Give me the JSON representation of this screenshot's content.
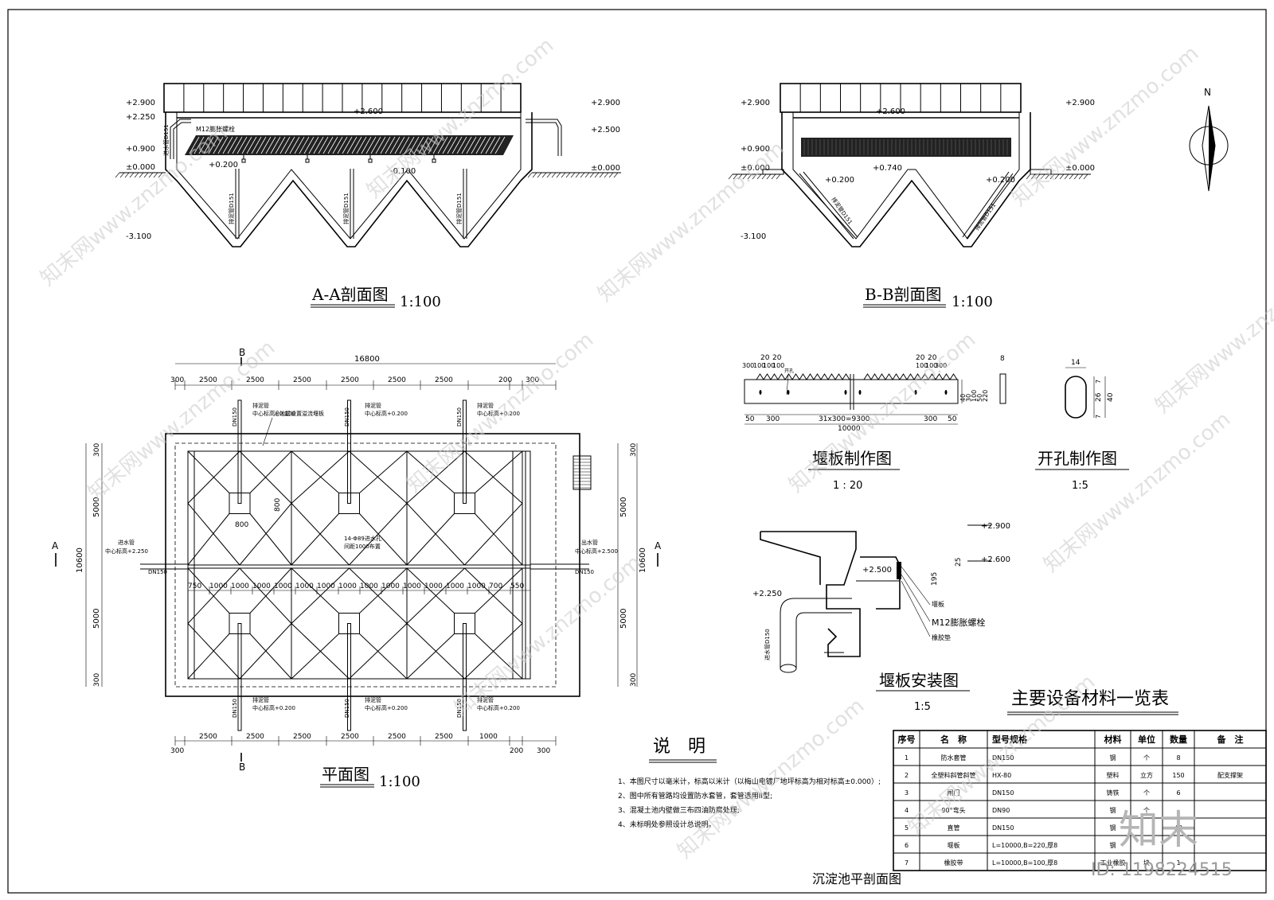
{
  "section_aa": {
    "title": "A-A剖面图",
    "scale": "1:100",
    "elev_left": [
      "+2.900",
      "+2.250",
      "+0.900",
      "±0.000",
      "-3.100"
    ],
    "elev_right": [
      "+2.900",
      "+2.500",
      "±0.000"
    ],
    "water_level": "+2.600",
    "inner_left": "+0.200",
    "inner_mid": "-0.100",
    "bolt_label": "M12膨胀螺栓",
    "inlet_pipe": "进水管D151",
    "sludge_pipe": "排泥管D151"
  },
  "section_bb": {
    "title": "B-B剖面图",
    "scale": "1:100",
    "elev_left": [
      "+2.900",
      "+0.900",
      "±0.000",
      "-3.100"
    ],
    "elev_right": [
      "+2.900",
      "±0.000"
    ],
    "water_level": "+2.600",
    "inner_left": "+0.200",
    "inner_mid": "+0.740",
    "inner_right": "+0.200",
    "sludge_pipe": "排泥管D151"
  },
  "plan": {
    "title": "平面图",
    "scale": "1:100",
    "total_length": "16800",
    "top_dims": [
      "300",
      "2500",
      "2500",
      "2500",
      "2500",
      "2500",
      "2500",
      "200",
      "300"
    ],
    "bottom_dims": [
      "300",
      "2500",
      "2500",
      "2500",
      "2500",
      "2500",
      "2500",
      "1000",
      "200",
      "300"
    ],
    "left_dims": [
      "300",
      "5000",
      "5000",
      "300"
    ],
    "left_total": "10600",
    "right_dims": [
      "300",
      "5000",
      "5000",
      "300"
    ],
    "right_total": "10600",
    "mid_dims": [
      "750",
      "1000",
      "1000",
      "1000",
      "1000",
      "1000",
      "1000",
      "1000",
      "1000",
      "1000",
      "1000",
      "1000",
      "1000",
      "1000",
      "700",
      "550"
    ],
    "hopper_dims": [
      "800",
      "800"
    ],
    "pipe_label": "DN150",
    "sludge": "排泥管",
    "center_elev": "中心标高+0.200",
    "inlet": "进水管",
    "inlet_elev": "中心标高+2.250",
    "outlet": "出水管",
    "outlet_elev": "中心标高+2.500",
    "hole_note": "14-Φ89进水孔",
    "hole_note2": "间距1000布置",
    "weir_note": "沿池壁设置溢流堰板",
    "section_a": "A",
    "section_b": "B"
  },
  "weir_fab": {
    "title": "堰板制作图",
    "scale": "1 : 20",
    "top_dims": [
      "20",
      "20",
      "20",
      "20"
    ],
    "small_dims": [
      "300",
      "100",
      "100",
      "100",
      "100",
      "100",
      "300"
    ],
    "bottom_dims": [
      "50",
      "300",
      "31x300=9300",
      "300",
      "50"
    ],
    "total": "10000",
    "side_dims": [
      "40",
      "30",
      "100",
      "50",
      "220"
    ],
    "thickness": "8",
    "hole_label": "开孔"
  },
  "hole_fab": {
    "title": "开孔制作图",
    "scale": "1:5",
    "dims": [
      "14",
      "7",
      "26",
      "7",
      "40"
    ]
  },
  "weir_install": {
    "title": "堰板安装图",
    "scale": "1:5",
    "elevs": [
      "+2.900",
      "+2.600",
      "+2.500",
      "+2.250"
    ],
    "dims": [
      "195",
      "25"
    ],
    "labels": [
      "堰板",
      "M12膨胀螺栓",
      "橡胶垫"
    ],
    "pipe": "进水管D150"
  },
  "notes": {
    "title": "说　明",
    "items": [
      "1、本图尺寸以毫米计，标高以米计（以梅山电镀厂地坪标高为相对标高±0.000）;",
      "2、图中所有管路均设置防水套管，套管选用II型;",
      "3、混凝土池内壁做三布四油防腐处理;",
      "4、未标明处参照设计总说明。"
    ]
  },
  "material_table": {
    "title": "主要设备材料一览表",
    "headers": [
      "序号",
      "名　称",
      "型号规格",
      "材料",
      "单位",
      "数量",
      "备　注"
    ],
    "rows": [
      [
        "1",
        "防水套管",
        "DN150",
        "钢",
        "个",
        "8",
        ""
      ],
      [
        "2",
        "全塑料斜管斜管",
        "HX-80",
        "塑料",
        "立方",
        "150",
        "配支撑架"
      ],
      [
        "3",
        "闸门",
        "DN150",
        "铸铁",
        "个",
        "6",
        ""
      ],
      [
        "4",
        "90°弯头",
        "DN90",
        "钢",
        "个",
        "",
        ""
      ],
      [
        "5",
        "直管",
        "DN150",
        "钢",
        "",
        "40",
        ""
      ],
      [
        "6",
        "堰板",
        "L=10000,B=220,厚8",
        "钢",
        "",
        "",
        ""
      ],
      [
        "7",
        "橡胶带",
        "L=10000,B=100,厚8",
        "工业橡胶",
        "块",
        "1",
        ""
      ]
    ]
  },
  "footer": {
    "drawing_title": "沉淀池平剖面图",
    "id_text": "ID: 1198224515",
    "brand": "知末",
    "north": "N"
  },
  "watermark": "知末网www.znzmo.com"
}
